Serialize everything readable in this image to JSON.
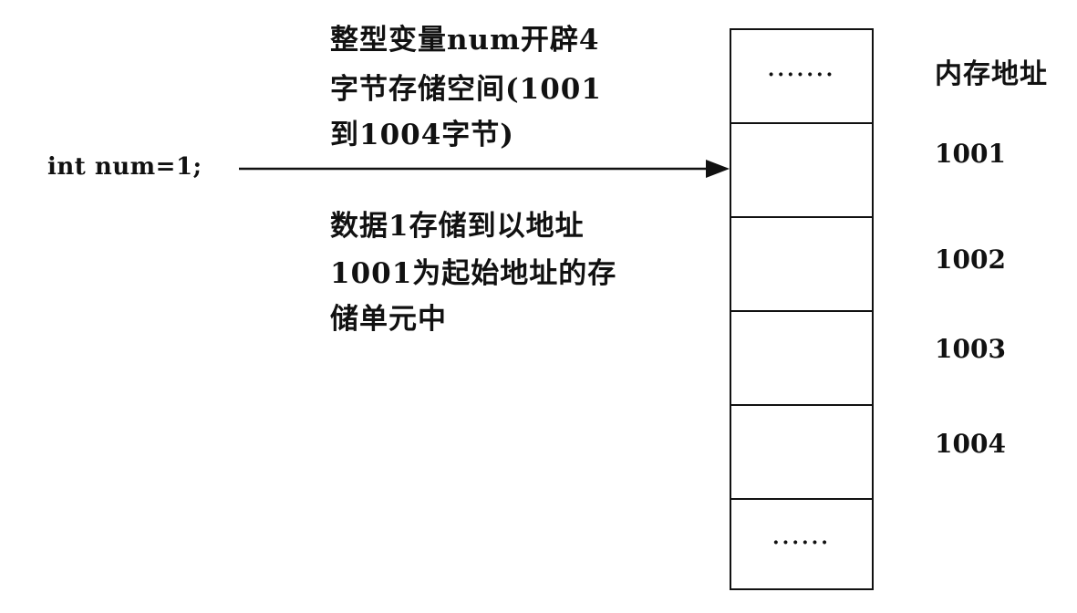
{
  "code_statement": "int num=1;",
  "allocation_note_lines": [
    "整型变量num开辟4",
    "字节存储空间(1001",
    "到1004字节)"
  ],
  "storage_note_lines": [
    "数据1存储到以地址",
    "1001为起始地址的存",
    "储单元中"
  ],
  "memory": {
    "address_header": "内存地址",
    "top_ellipsis": "·······",
    "bottom_ellipsis": "······",
    "addresses": [
      "1001",
      "1002",
      "1003",
      "1004"
    ]
  }
}
